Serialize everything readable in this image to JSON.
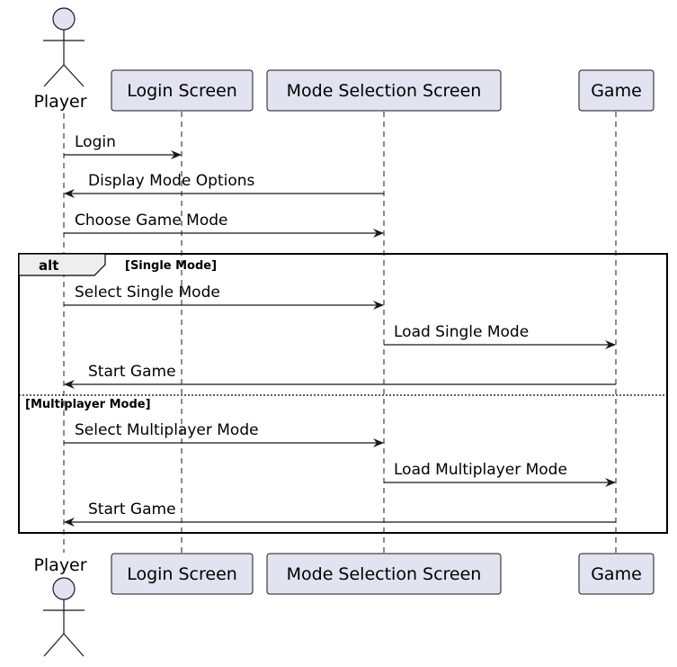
{
  "participants": {
    "player": "Player",
    "login": "Login Screen",
    "mode": "Mode Selection Screen",
    "game": "Game"
  },
  "messages": {
    "m1": "Login",
    "m2": "Display Mode Options",
    "m3": "Choose Game Mode",
    "m4": "Select Single Mode",
    "m5": "Load Single Mode",
    "m6": "Start Game",
    "m7": "Select Multiplayer Mode",
    "m8": "Load Multiplayer Mode",
    "m9": "Start Game"
  },
  "fragment": {
    "operator": "alt",
    "guard1": "[Single Mode]",
    "guard2": "[Multiplayer Mode]"
  },
  "colors": {
    "participant_fill": "#E2E2F0",
    "participant_stroke": "#181818",
    "lifeline": "#181818"
  }
}
